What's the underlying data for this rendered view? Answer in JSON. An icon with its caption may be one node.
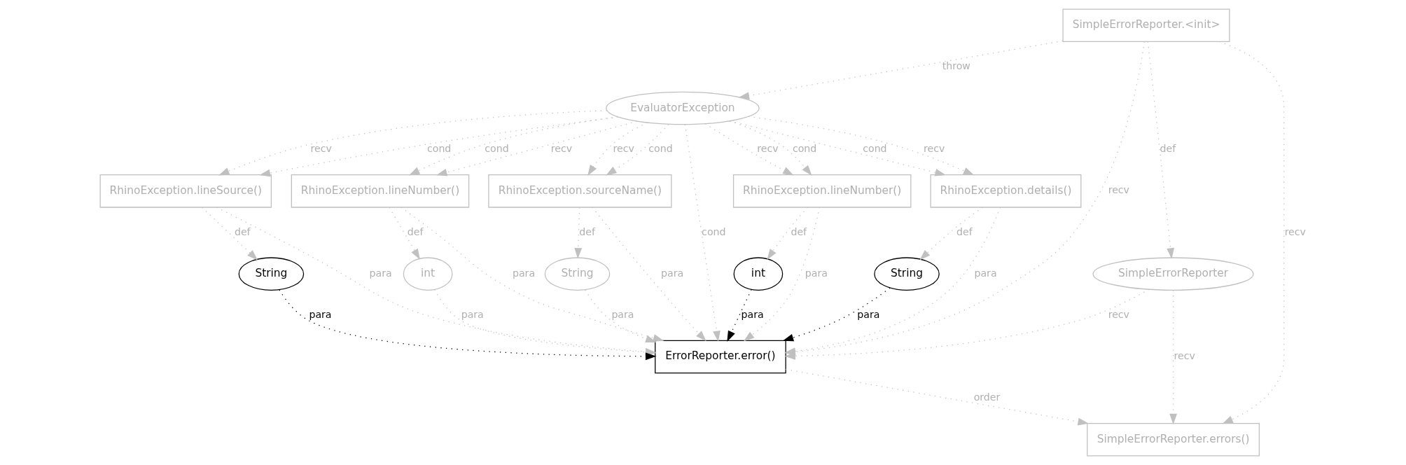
{
  "diagram": {
    "nodes": [
      {
        "text": [
          "SimpleErrorReporter.<init>"
        ]
      },
      {
        "text": [
          "EvaluatorException"
        ]
      },
      {
        "text": [
          "RhinoException.lineNumber()"
        ]
      },
      {
        "text": [
          "RhinoException.lineNumber()"
        ]
      },
      {
        "text": [
          "RhinoException.details()"
        ]
      },
      {
        "text": [
          "RhinoException.lineSource()"
        ]
      },
      {
        "text": [
          "RhinoException.sourceName()"
        ]
      },
      {
        "text": [
          "int"
        ]
      },
      {
        "text": [
          "int"
        ]
      },
      {
        "text": [
          "String"
        ]
      },
      {
        "text": [
          "String"
        ]
      },
      {
        "text": [
          "String"
        ]
      },
      {
        "text": [
          "SimpleErrorReporter"
        ]
      },
      {
        "text": [
          "ErrorReporter.error()"
        ]
      },
      {
        "text": [
          "SimpleErrorReporter.errors()"
        ]
      }
    ],
    "edges": [
      {
        "from": 0,
        "to": 1,
        "arrow": "to",
        "label": "throw"
      },
      {
        "from": 1,
        "to": 2,
        "arrow": "to",
        "label": "recv"
      },
      {
        "from": 1,
        "to": 2,
        "arrow": "to",
        "label": "cond"
      },
      {
        "from": 1,
        "to": 3,
        "arrow": "to",
        "label": "recv"
      },
      {
        "from": 1,
        "to": 3,
        "arrow": "to",
        "label": "cond"
      },
      {
        "from": 1,
        "to": 4,
        "arrow": "to",
        "label": "cond"
      },
      {
        "from": 1,
        "to": 4,
        "arrow": "to",
        "label": "recv"
      },
      {
        "from": 1,
        "to": 5,
        "arrow": "to",
        "label": "recv"
      },
      {
        "from": 1,
        "to": 5,
        "arrow": "to",
        "label": "cond"
      },
      {
        "from": 1,
        "to": 6,
        "arrow": "to",
        "label": "recv"
      },
      {
        "from": 1,
        "to": 6,
        "arrow": "to",
        "label": "cond"
      },
      {
        "from": 1,
        "to": 13,
        "arrow": "to",
        "label": "cond"
      },
      {
        "from": 0,
        "to": 13,
        "arrow": "to",
        "label": "recv"
      },
      {
        "from": 0,
        "to": 12,
        "arrow": "to",
        "label": "def"
      },
      {
        "from": 0,
        "to": 14,
        "arrow": "to",
        "label": "recv"
      },
      {
        "from": 2,
        "to": 7,
        "arrow": "to",
        "label": "def"
      },
      {
        "from": 2,
        "to": 13,
        "arrow": "to",
        "label": "para"
      },
      {
        "from": 3,
        "to": 13,
        "arrow": "to",
        "label": "para"
      },
      {
        "from": 3,
        "to": 8,
        "arrow": "to",
        "label": "def"
      },
      {
        "from": 4,
        "to": 9,
        "arrow": "to",
        "label": "def"
      },
      {
        "from": 4,
        "to": 13,
        "arrow": "to",
        "label": "para"
      },
      {
        "from": 5,
        "to": 10,
        "arrow": "to",
        "label": "def"
      },
      {
        "from": 5,
        "to": 13,
        "arrow": "to",
        "label": "para"
      },
      {
        "from": 6,
        "to": 11,
        "arrow": "to",
        "label": "def"
      },
      {
        "from": 6,
        "to": 13,
        "arrow": "to",
        "label": "para"
      },
      {
        "from": 7,
        "to": 13,
        "arrow": "to",
        "label": "para",
        "color": "#000000"
      },
      {
        "from": 8,
        "to": 13,
        "arrow": "to",
        "label": "para"
      },
      {
        "from": 9,
        "to": 13,
        "arrow": "to",
        "label": "para",
        "color": "#000000"
      },
      {
        "from": 10,
        "to": 13,
        "arrow": "to",
        "label": "para",
        "color": "#000000"
      },
      {
        "from": 11,
        "to": 13,
        "arrow": "to",
        "label": "para"
      },
      {
        "from": 12,
        "to": 13,
        "arrow": "to",
        "label": "recv"
      },
      {
        "from": 12,
        "to": 14,
        "arrow": "to",
        "label": "recv"
      },
      {
        "from": 13,
        "to": 14,
        "arrow": "to",
        "label": "order"
      }
    ]
  }
}
